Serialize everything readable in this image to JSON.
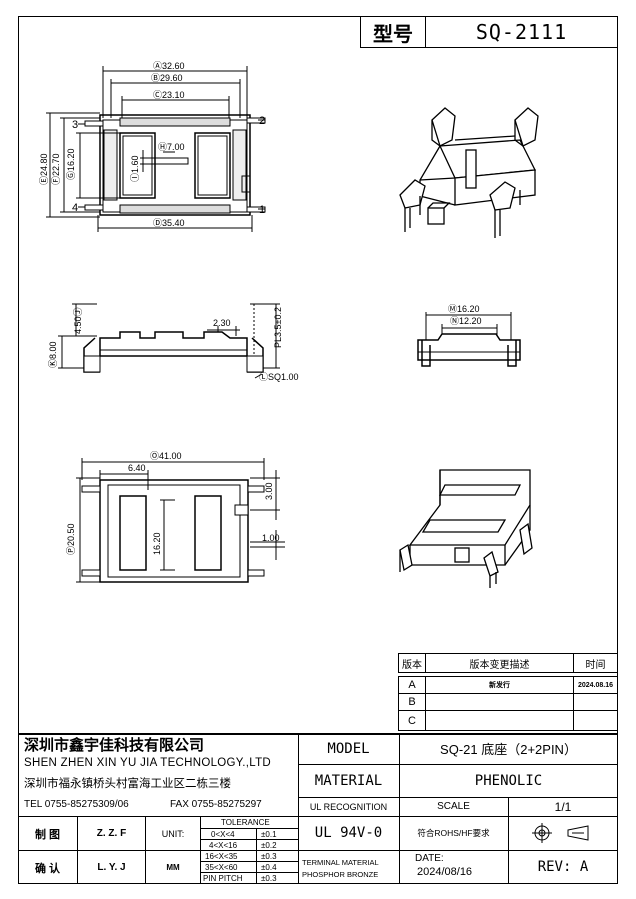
{
  "header": {
    "model_label": "型号",
    "model_value": "SQ-2111"
  },
  "dimensions": {
    "top_view": {
      "a": "Ⓐ32.60",
      "b": "Ⓑ29.60",
      "c": "Ⓒ23.10",
      "d": "Ⓓ35.40",
      "e": "Ⓔ24.80",
      "f": "Ⓕ22.70",
      "g": "Ⓖ16.20",
      "h": "Ⓗ7.00",
      "i": "Ⓘ1.60",
      "pin1": "1",
      "pin2": "2",
      "pin3": "3",
      "pin4": "4"
    },
    "side_view": {
      "j": "4.50Ⓙ",
      "k": "Ⓚ8.00",
      "w": "2.30",
      "pl": "PL3.5±0.2",
      "sq": "ⓁSQ1.00"
    },
    "end_view": {
      "m": "Ⓜ16.20",
      "n": "Ⓝ12.20"
    },
    "bottom_view": {
      "o": "Ⓞ41.00",
      "w1": "6.40",
      "p": "Ⓟ20.50",
      "h1": "16.20",
      "r1": "3.00",
      "r2": "1.00"
    }
  },
  "revision_table": {
    "headers": [
      "版本",
      "版本变更描述",
      "时间"
    ],
    "rows": [
      {
        "ver": "A",
        "desc": "新发行",
        "date": "2024.08.16"
      },
      {
        "ver": "B",
        "desc": "",
        "date": ""
      },
      {
        "ver": "C",
        "desc": "",
        "date": ""
      }
    ]
  },
  "company": {
    "name_cn": "深圳市鑫宇佳科技有限公司",
    "name_en": "SHEN ZHEN XIN YU JIA TECHNOLOGY.,LTD",
    "address": "深圳市福永镇桥头村富海工业区二栋三楼",
    "tel": "TEL 0755-85275309/06",
    "fax": "FAX 0755-85275297"
  },
  "title_block": {
    "model_label": "MODEL",
    "model_value": "SQ-21 底座（2+2PIN）",
    "material_label": "MATERIAL",
    "material_value": "PHENOLIC",
    "ul_label": "UL RECOGNITION",
    "scale_label": "SCALE",
    "scale_value": "1/1",
    "ul_value": "UL 94V-0",
    "rohs": "符合ROHS/HF要求",
    "terminal_line1": "TERMINAL MATERIAL",
    "terminal_line2": "PHOSPHOR BRONZE",
    "date_label": "DATE:",
    "date_value": "2024/08/16",
    "rev": "REV: A",
    "make_label": "制 图",
    "make_value": "Z. Z. F",
    "check_label": "确 认",
    "check_value": "L. Y. J",
    "unit_label": "UNIT:",
    "unit_value": "MM",
    "tolerance_title": "TOLERANCE",
    "tolerance_rows": [
      {
        "range": "0<X<4",
        "tol": "±0.1"
      },
      {
        "range": "4<X<16",
        "tol": "±0.2"
      },
      {
        "range": "16<X<35",
        "tol": "±0.3"
      },
      {
        "range": "35<X<60",
        "tol": "±0.4"
      },
      {
        "range": "PIN PITCH",
        "tol": "±0.3"
      }
    ]
  }
}
